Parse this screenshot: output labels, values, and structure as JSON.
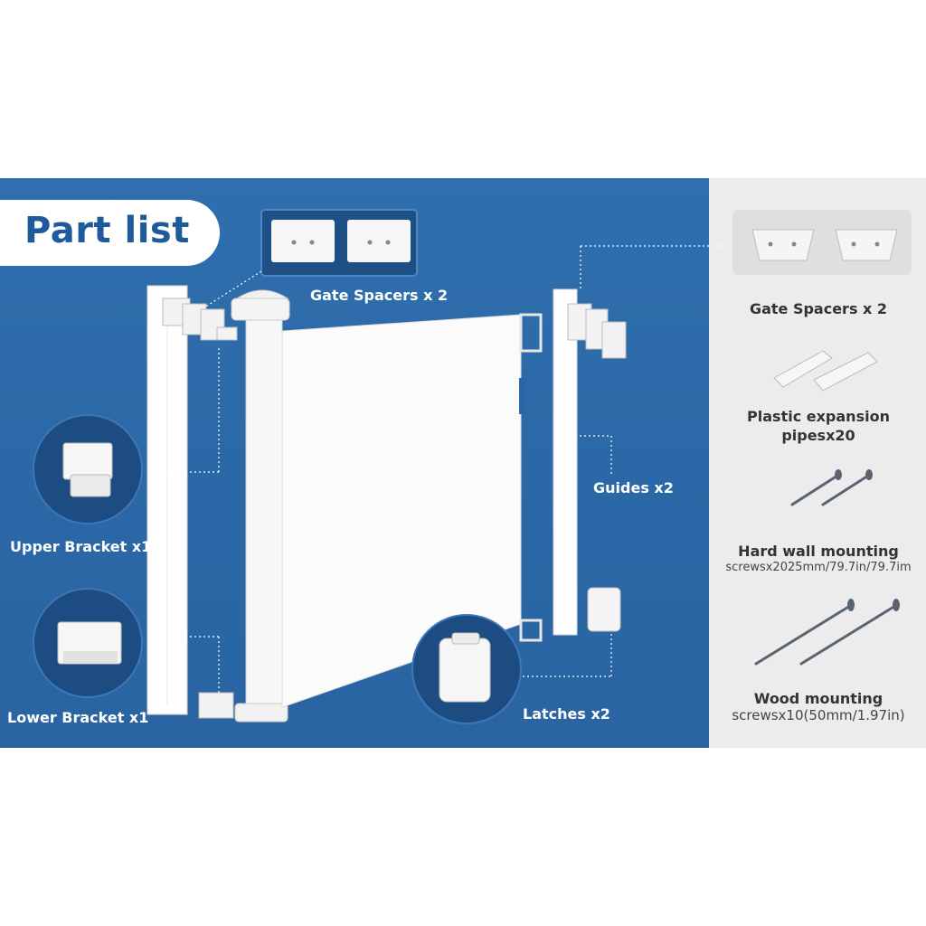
{
  "title": "Part list",
  "labels": {
    "gate_spacers_center": "Gate Spacers x 2",
    "upper_bracket": "Upper Bracket x1",
    "lower_bracket": "Lower Bracket x1",
    "guides": "Guides x2",
    "latches": "Latches x2"
  },
  "side_items": [
    {
      "line1": "Gate Spacers x 2",
      "line2": ""
    },
    {
      "line1": "Plastic expansion",
      "line2": "pipesx20"
    },
    {
      "line1": "Hard wall mounting",
      "line2": "screwsx2025mm/79.7in/79.7im"
    },
    {
      "line1": "Wood mounting",
      "line2": "screwsx10(50mm/1.97in)"
    }
  ],
  "colors": {
    "panel_blue": "#2b67a6",
    "panel_gray": "#ececec",
    "title_text": "#1f5a9b",
    "part_white": "#ffffff"
  },
  "icons": [
    "gate-spacer-icon",
    "upper-bracket-icon",
    "lower-bracket-icon",
    "guide-rail-icon",
    "latch-icon",
    "expansion-pipe-icon",
    "hard-wall-screw-icon",
    "wood-screw-icon",
    "retractable-gate-icon"
  ]
}
